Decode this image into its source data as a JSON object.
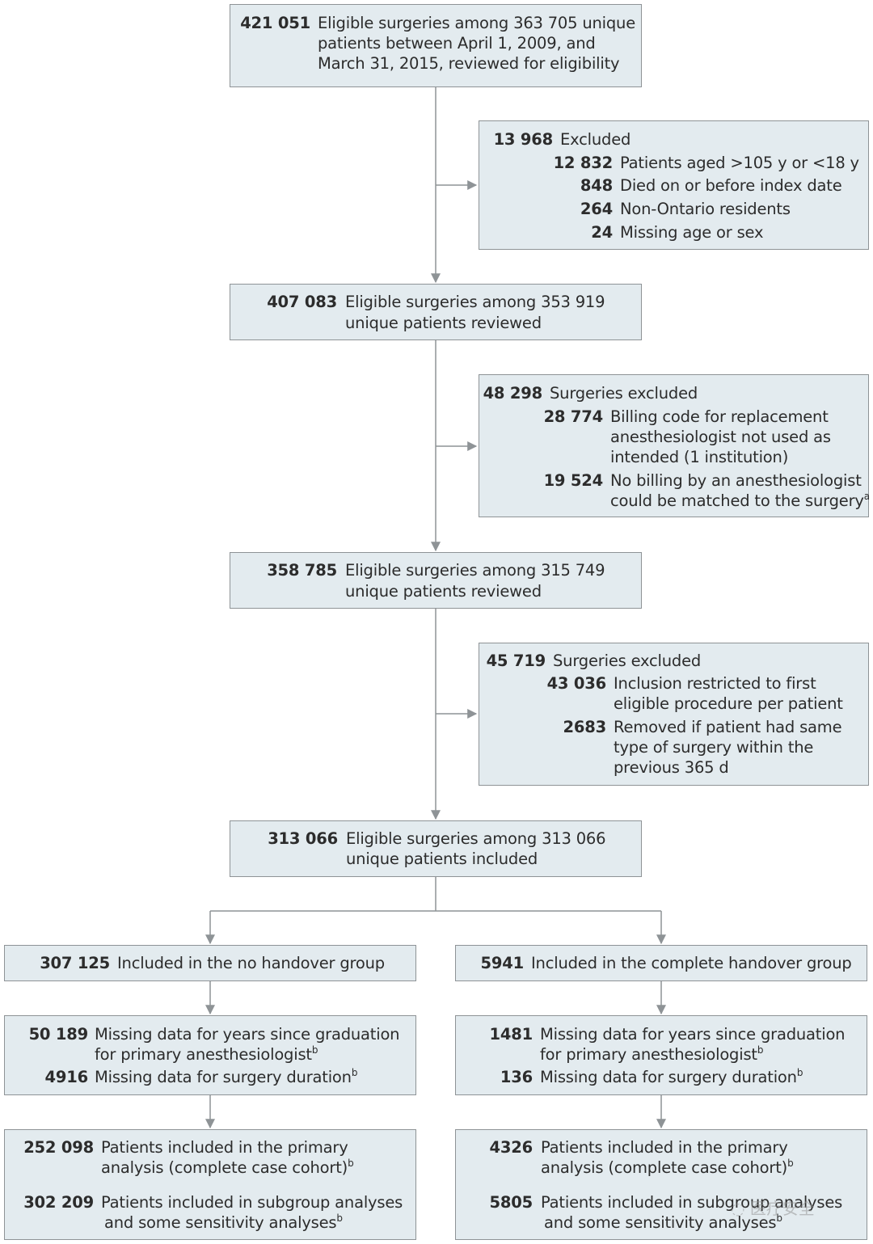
{
  "boxes": {
    "b1": {
      "count": "421 051",
      "lines": [
        "Eligible surgeries among 363 705 unique",
        "patients between April 1, 2009, and",
        "March 31, 2015, reviewed  for eligibility"
      ]
    },
    "x1": {
      "count": "13 968",
      "label": "Excluded",
      "items": [
        {
          "count": "12 832",
          "text": "Patients aged >105 y or  <18 y"
        },
        {
          "count": "848",
          "text": "Died on or before index date"
        },
        {
          "count": "264",
          "text": "Non-Ontario residents"
        },
        {
          "count": "24",
          "text": "Missing age or sex"
        }
      ]
    },
    "b2": {
      "count": "407 083",
      "lines": [
        "Eligible surgeries among 353 919",
        "unique patients reviewed"
      ]
    },
    "x2": {
      "count": "48 298",
      "label": "Surgeries excluded",
      "items": [
        {
          "count": "28 774",
          "lines": [
            "Billing code for replacement",
            "anesthesiologist not used as",
            "intended (1 institution)"
          ]
        },
        {
          "count": "19 524",
          "lines": [
            "No billing by an anesthesiologist",
            "could be matched to the surgery"
          ],
          "sup": "a"
        }
      ]
    },
    "b3": {
      "count": "358 785",
      "lines": [
        "Eligible surgeries among 315 749",
        "unique patients reviewed"
      ]
    },
    "x3": {
      "count": "45 719",
      "label": "Surgeries excluded",
      "items": [
        {
          "count": "43 036",
          "lines": [
            "Inclusion restricted to first",
            "eligible procedure per patient"
          ]
        },
        {
          "count": "2683",
          "lines": [
            "Removed if patient had same",
            "type of surgery within the",
            "previous 365 d"
          ]
        }
      ]
    },
    "b4": {
      "count": "313 066",
      "lines": [
        "Eligible surgeries among 313 066",
        "unique patients included"
      ]
    },
    "left1": {
      "count": "307 125",
      "text": "Included in the no handover group"
    },
    "right1": {
      "count": "5941",
      "text": "Included in the complete handover group"
    },
    "left2": {
      "items": [
        {
          "count": "50 189",
          "lines": [
            "Missing data for years since graduation",
            "for primary anesthesiologist"
          ],
          "sup": "b"
        },
        {
          "count": "4916",
          "lines": [
            "Missing data for surgery duration"
          ],
          "sup": "b"
        }
      ]
    },
    "right2": {
      "items": [
        {
          "count": "1481",
          "lines": [
            "Missing data for years since graduation",
            "for primary anesthesiologist"
          ],
          "sup": "b"
        },
        {
          "count": "136",
          "lines": [
            "Missing data for surgery duration"
          ],
          "sup": "b"
        }
      ]
    },
    "left3": {
      "items": [
        {
          "count": "252 098",
          "lines": [
            "Patients included in the primary",
            "analysis (complete case cohort)"
          ],
          "sup": "b"
        },
        {
          "count": "302 209",
          "lines": [
            "Patients included in subgroup analyses",
            "and some sensitivity analyses"
          ],
          "sup": "b"
        }
      ]
    },
    "right3": {
      "items": [
        {
          "count": "4326",
          "lines": [
            "Patients included in the primary",
            "analysis (complete case cohort)"
          ],
          "sup": "b"
        },
        {
          "count": "5805",
          "lines": [
            "Patients included in subgroup analyses",
            "and some sensitivity analyses"
          ],
          "sup": "b"
        }
      ]
    }
  },
  "watermark": "医疗安全"
}
